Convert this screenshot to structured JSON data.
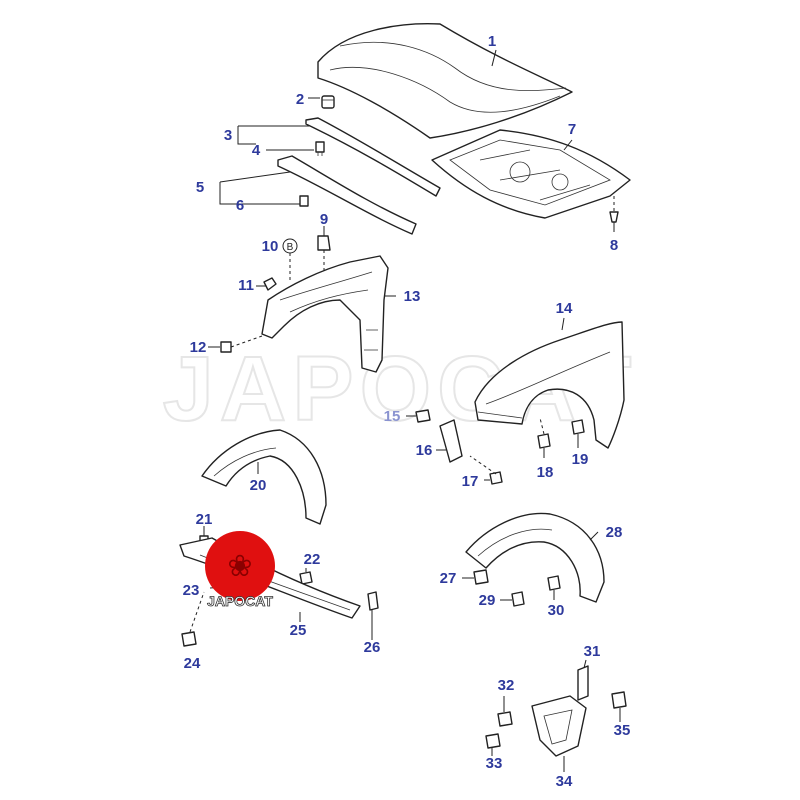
{
  "diagram": {
    "callouts": [
      "1",
      "2",
      "3",
      "4",
      "5",
      "6",
      "7",
      "8",
      "9",
      "10",
      "11",
      "12",
      "13",
      "14",
      "15",
      "16",
      "17",
      "18",
      "19",
      "20",
      "21",
      "22",
      "23",
      "24",
      "25",
      "26",
      "27",
      "28",
      "29",
      "30",
      "31",
      "32",
      "33",
      "34",
      "35"
    ],
    "circle_marker_letter": "B",
    "watermark_text": "JAPOCAT",
    "logo_text": "JAPOCAT"
  },
  "colors": {
    "callout": "#2e3a9c",
    "callout_light": "#8a93d0",
    "line": "#222222",
    "logo_red": "#e01010",
    "watermark": "#eeeeee"
  }
}
